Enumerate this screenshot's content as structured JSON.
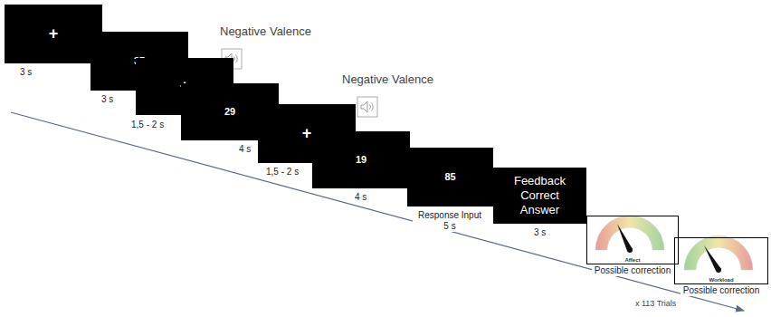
{
  "diagram": {
    "nodes": [
      {
        "text": [
          "+"
        ]
      },
      {
        "text": [
          "37"
        ]
      },
      {
        "text": [
          "+"
        ]
      },
      {
        "text": [
          "29"
        ]
      },
      {
        "text": [
          "+"
        ]
      },
      {
        "text": [
          "19"
        ]
      },
      {
        "text": [
          "85"
        ]
      },
      {
        "text": [
          "Feedback Correct Answer"
        ]
      },
      {
        "text": [
          "Affect",
          "Possible correction"
        ]
      },
      {
        "text": [
          "Workload",
          "Possible correction"
        ]
      }
    ],
    "labels": [
      "Negative Valence",
      "Negative Valence",
      "3 s",
      "3 s",
      "1,5 - 2 s",
      "4 s",
      "1,5 - 2 s",
      "4 s",
      "Response Input 5 s",
      "3 s",
      "x 113 Trials"
    ]
  }
}
